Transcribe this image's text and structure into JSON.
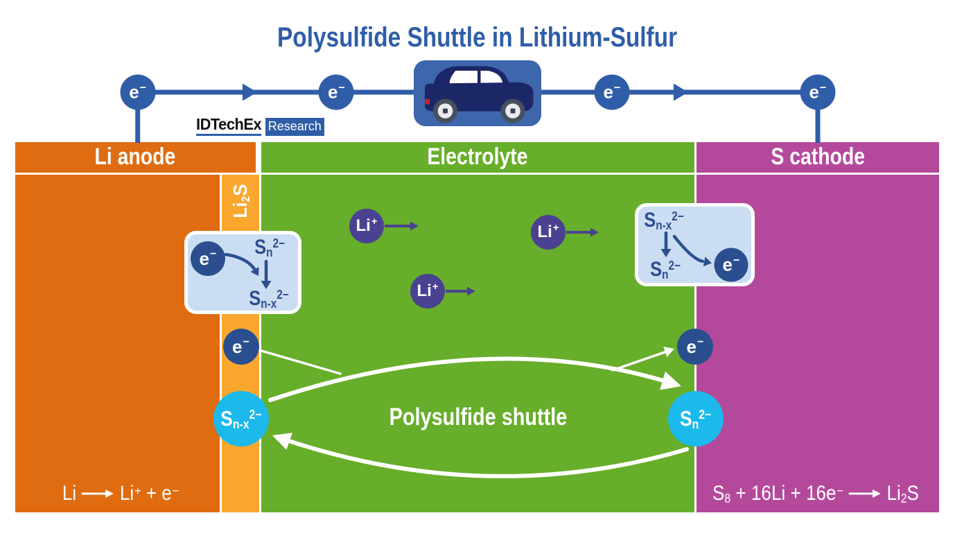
{
  "title": "Polysulfide Shuttle in Lithium-Sulfur",
  "logo": {
    "brand": "IDTechEx",
    "tag": "Research"
  },
  "electron": {
    "base": "e",
    "sup": "−"
  },
  "lithium_ion": {
    "base": "Li",
    "sup": "+"
  },
  "headers": {
    "anode": "Li anode",
    "electrolyte": "Electrolyte",
    "cathode": "S cathode"
  },
  "interphase_label": {
    "base": "Li",
    "sub": "2",
    "tail": "S"
  },
  "species": {
    "sn": {
      "base": "S",
      "sub": "n",
      "sup": "2−"
    },
    "snx": {
      "base": "S",
      "sub": "n-x",
      "sup": "2−"
    }
  },
  "shuttle_label": "Polysulfide shuttle",
  "equations": {
    "anode": {
      "lhs": "Li",
      "rhs1": "Li",
      "rhs1_sup": "+",
      "rhs2": " + e",
      "rhs2_sup": "−"
    },
    "cathode": {
      "lhs1": "S",
      "lhs1_sub": "8",
      "lhs2": " + 16Li + 16e",
      "lhs2_sup": "−",
      "rhs1": "Li",
      "rhs1_sub": "2",
      "rhs2": "S"
    }
  },
  "colors": {
    "blue": "#2F5DA8",
    "navy": "#2B4F8E",
    "car_frame": "#3E66AC",
    "car_body": "#1B2766",
    "wheel_dark": "#46505E",
    "wheel_light": "#E9EBEE",
    "hub": "#39434F",
    "red": "#C8202F",
    "orange": "#DF6C10",
    "amber": "#F9A72E",
    "green": "#67AE2B",
    "magenta": "#B4499B",
    "cyan": "#1CB9ED",
    "purple": "#4A4291",
    "box_blue": "#CBDDF2",
    "logo_black": "#111111"
  }
}
